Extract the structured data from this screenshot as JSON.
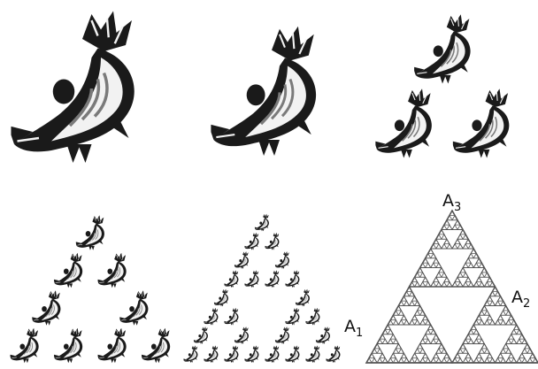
{
  "figure": {
    "icon": "fish-icon",
    "colors": {
      "fill": "#1a1a1a",
      "shade": "#7a7a7a",
      "light": "#f2f2f2",
      "background": "#ffffff"
    },
    "panels": [
      {
        "name": "panel-fish-iteration-0",
        "kind": "fish",
        "level": 0
      },
      {
        "name": "panel-fish-iteration-1",
        "kind": "fish",
        "level": 1
      },
      {
        "name": "panel-fish-iteration-2",
        "kind": "fish",
        "level": 2
      },
      {
        "name": "panel-fish-iteration-3",
        "kind": "fish",
        "level": 3
      },
      {
        "name": "panel-fish-iteration-4",
        "kind": "fish",
        "level": 4
      },
      {
        "name": "panel-sierpinski-triangle",
        "kind": "triangle",
        "level": 5
      }
    ],
    "labels": {
      "a1": {
        "base": "A",
        "sub": "1"
      },
      "a2": {
        "base": "A",
        "sub": "2"
      },
      "a3": {
        "base": "A",
        "sub": "3"
      }
    }
  }
}
